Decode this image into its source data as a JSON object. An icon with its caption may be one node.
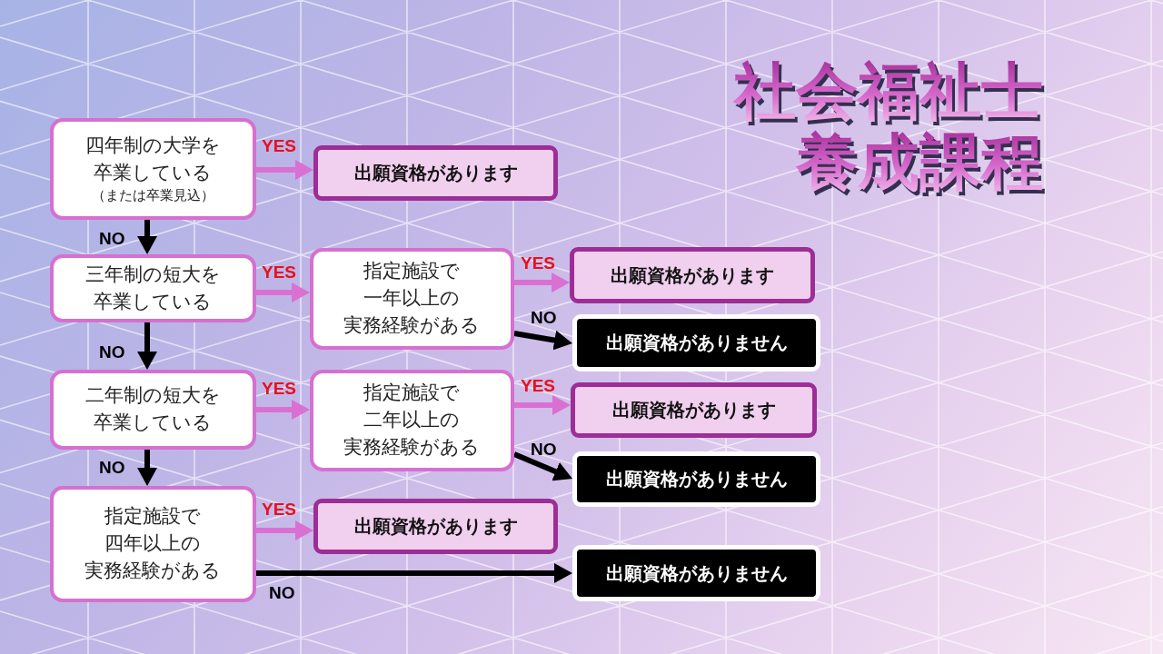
{
  "diagram": {
    "title": "社会福祉士養成課程",
    "nodes": [
      {
        "text": [
          "四年制の大学を卒業している",
          "（または卒業見込）"
        ]
      },
      {
        "text": [
          "出願資格があります"
        ]
      },
      {
        "text": [
          "三年制の短大を卒業している"
        ]
      },
      {
        "text": [
          "指定施設で一年以上の実務経験がある"
        ]
      },
      {
        "text": [
          "出願資格があります"
        ]
      },
      {
        "text": [
          "出願資格がありません"
        ]
      },
      {
        "text": [
          "二年制の短大を卒業している"
        ]
      },
      {
        "text": [
          "指定施設で二年以上の実務経験がある"
        ]
      },
      {
        "text": [
          "出願資格があります"
        ]
      },
      {
        "text": [
          "出願資格がありません"
        ]
      },
      {
        "text": [
          "指定施設で四年以上の実務経験がある"
        ]
      },
      {
        "text": [
          "出願資格があります"
        ]
      },
      {
        "text": [
          "出願資格がありません"
        ]
      }
    ],
    "edges": [
      {
        "from": 0,
        "to": 1,
        "arrow": "to",
        "label": "YES",
        "color": "#d970d2"
      },
      {
        "from": 0,
        "to": 2,
        "arrow": "to",
        "label": "NO",
        "color": "#000000"
      },
      {
        "from": 2,
        "to": 3,
        "arrow": "to",
        "label": "YES",
        "color": "#d970d2"
      },
      {
        "from": 3,
        "to": 4,
        "arrow": "to",
        "label": "YES",
        "color": "#d970d2"
      },
      {
        "from": 3,
        "to": 5,
        "arrow": "to",
        "label": "NO",
        "color": "#000000"
      },
      {
        "from": 2,
        "to": 6,
        "arrow": "to",
        "label": "NO",
        "color": "#000000"
      },
      {
        "from": 6,
        "to": 7,
        "arrow": "to",
        "label": "YES",
        "color": "#d970d2"
      },
      {
        "from": 7,
        "to": 8,
        "arrow": "to",
        "label": "YES",
        "color": "#d970d2"
      },
      {
        "from": 7,
        "to": 9,
        "arrow": "to",
        "label": "NO",
        "color": "#000000"
      },
      {
        "from": 6,
        "to": 10,
        "arrow": "to",
        "label": "NO",
        "color": "#000000"
      },
      {
        "from": 10,
        "to": 11,
        "arrow": "to",
        "label": "YES",
        "color": "#d970d2"
      },
      {
        "from": 10,
        "to": 12,
        "arrow": "to",
        "label": "NO",
        "color": "#000000"
      }
    ]
  }
}
